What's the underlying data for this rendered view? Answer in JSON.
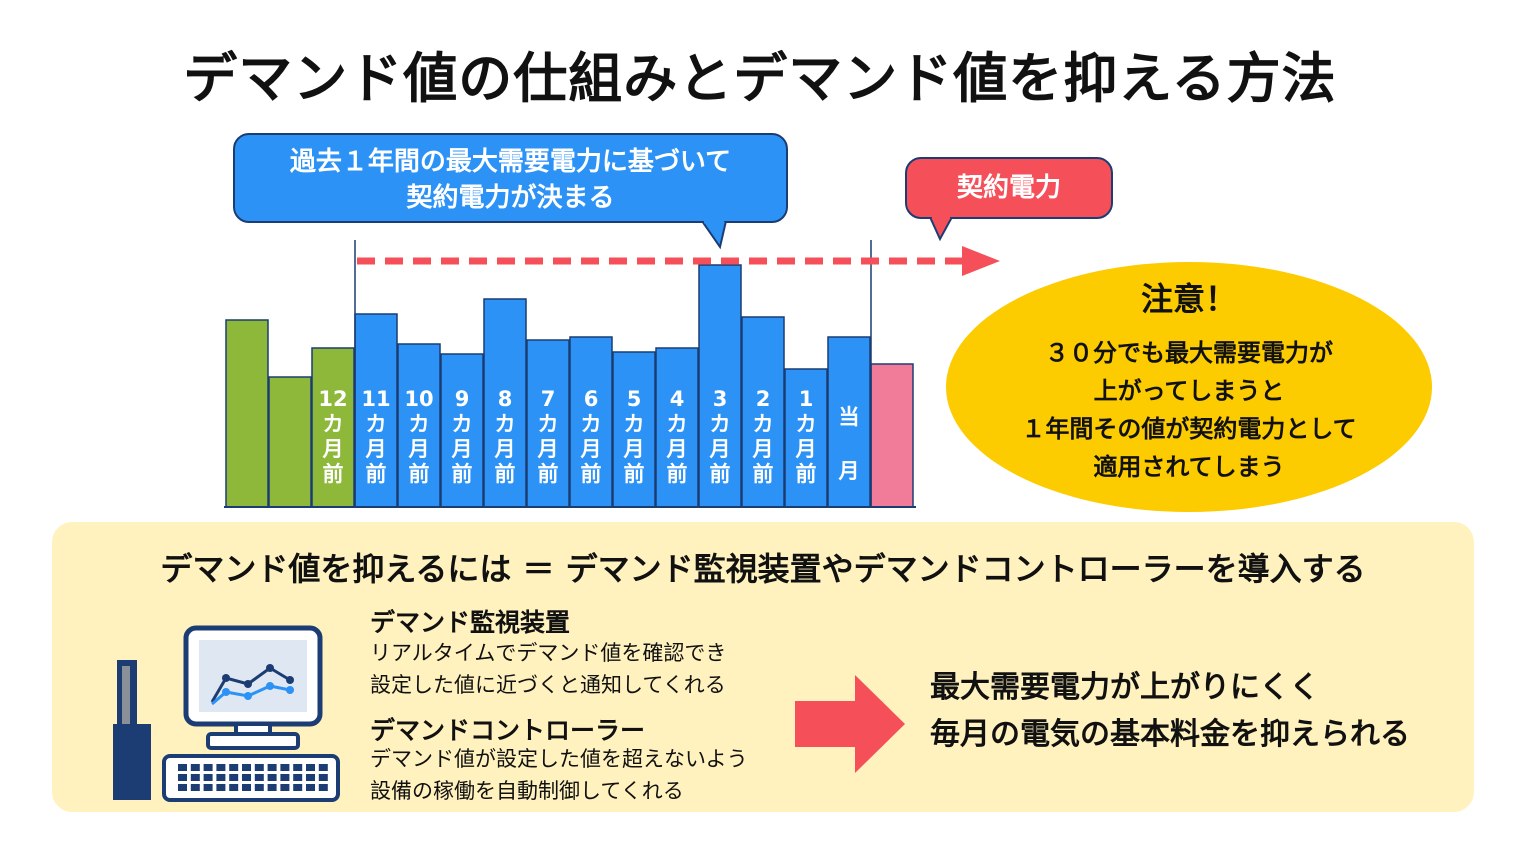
{
  "title": "デマンド値の仕組みとデマンド値を抑える方法",
  "bubble_blue": {
    "line1": "過去１年間の最大需要電力に基づいて",
    "line2": "契約電力が決まる"
  },
  "bubble_red": {
    "label": "契約電力"
  },
  "colors": {
    "green": "#8db83a",
    "blue": "#2d92f5",
    "pink": "#f07c9a",
    "red": "#f5505a",
    "navy": "#1b3d73",
    "yellow": "#fccb00",
    "panel": "#fff2bf"
  },
  "chart_data": {
    "type": "bar",
    "categories": [
      "",
      "",
      "12カ月前",
      "11カ月前",
      "10カ月前",
      "9カ月前",
      "8カ月前",
      "7カ月前",
      "6カ月前",
      "5カ月前",
      "4カ月前",
      "3カ月前",
      "2カ月前",
      "1カ月前",
      "当月",
      ""
    ],
    "label_chars": [
      [],
      [],
      [
        "12",
        "カ",
        "月",
        "前"
      ],
      [
        "11",
        "カ",
        "月",
        "前"
      ],
      [
        "10",
        "カ",
        "月",
        "前"
      ],
      [
        "9",
        "カ",
        "月",
        "前"
      ],
      [
        "8",
        "カ",
        "月",
        "前"
      ],
      [
        "7",
        "カ",
        "月",
        "前"
      ],
      [
        "6",
        "カ",
        "月",
        "前"
      ],
      [
        "5",
        "カ",
        "月",
        "前"
      ],
      [
        "4",
        "カ",
        "月",
        "前"
      ],
      [
        "3",
        "カ",
        "月",
        "前"
      ],
      [
        "2",
        "カ",
        "月",
        "前"
      ],
      [
        "1",
        "カ",
        "月",
        "前"
      ],
      [
        "当",
        "月"
      ],
      []
    ],
    "values": [
      187,
      130,
      159,
      193,
      163,
      153,
      208,
      167,
      170,
      155,
      159,
      242,
      190,
      138,
      170,
      143
    ],
    "bar_colors": [
      "green",
      "green",
      "green",
      "blue",
      "blue",
      "blue",
      "blue",
      "blue",
      "blue",
      "blue",
      "blue",
      "blue",
      "blue",
      "blue",
      "blue",
      "pink"
    ],
    "ylim": [
      0,
      265
    ],
    "grid": false
  },
  "notice": {
    "heading": "注意！",
    "lines": [
      "３０分でも最大需要電力が",
      "上がってしまうと",
      "１年間その値が契約電力として",
      "適用されてしまう"
    ]
  },
  "panel": {
    "heading": "デマンド値を抑えるには ＝ デマンド監視装置やデマンドコントローラーを導入する",
    "monitor": {
      "title": "デマンド監視装置",
      "lines": [
        "リアルタイムでデマンド値を確認でき",
        "設定した値に近づくと通知してくれる"
      ]
    },
    "controller": {
      "title": "デマンドコントローラー",
      "lines": [
        "デマンド値が設定した値を超えないよう",
        "設備の稼働を自動制御してくれる"
      ]
    },
    "result_lines": [
      "最大需要電力が上がりにくく",
      "毎月の電気の基本料金を抑えられる"
    ]
  }
}
